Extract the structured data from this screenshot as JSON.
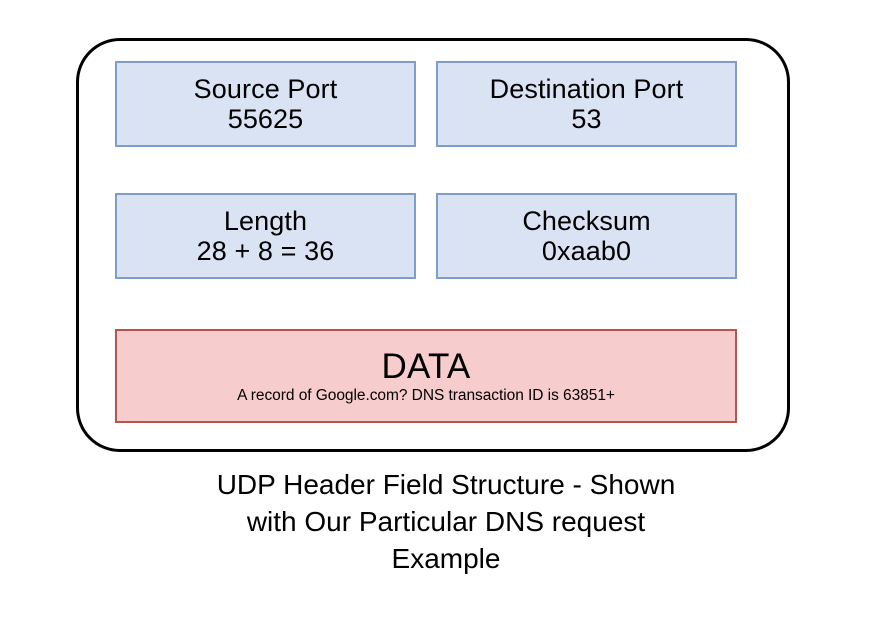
{
  "diagram": {
    "title_caption_lines": [
      "UDP Header Field Structure - Shown",
      "with Our Particular DNS request",
      "Example"
    ],
    "colors": {
      "header_field_fill": "#dae3f3",
      "header_field_border": "#7e9dc9",
      "data_fill": "#f7cccc",
      "data_border": "#b85450",
      "container_border": "#000000",
      "background": "#ffffff"
    },
    "header_fields": [
      {
        "name": "Source Port",
        "value": "55625"
      },
      {
        "name": "Destination Port",
        "value": "53"
      },
      {
        "name": "Length",
        "value": "28 + 8 = 36"
      },
      {
        "name": "Checksum",
        "value": "0xaab0"
      }
    ],
    "data_section": {
      "title": "DATA",
      "description": "A record of Google.com? DNS transaction ID is 63851+"
    }
  }
}
